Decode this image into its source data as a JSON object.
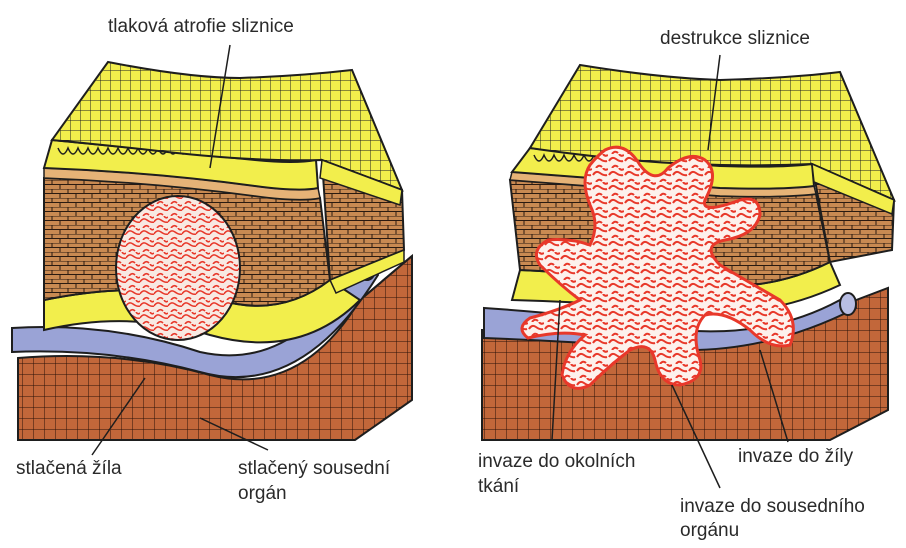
{
  "left_panel": {
    "label_top": "tlaková atrofie sliznice",
    "label_vein": "stlačená žíla",
    "label_organ_line1": "stlačený sousední",
    "label_organ_line2": "orgán"
  },
  "right_panel": {
    "label_top": "destrukce sliznice",
    "label_tissue_line1": "invaze do okolních",
    "label_tissue_line2": "tkání",
    "label_vein": "invaze do žíly",
    "label_organ_line1": "invaze do sousedního",
    "label_organ_line2": "orgánu"
  },
  "colors": {
    "mucosa_yellow": "#f2ee4c",
    "muscle_brown": "#c98a52",
    "organ_brown": "#c2673a",
    "vein_blue": "#9aa3d6",
    "tumor_fill": "#fbe6dc",
    "tumor_outline": "#e8382a",
    "line": "#1e1e1e"
  }
}
